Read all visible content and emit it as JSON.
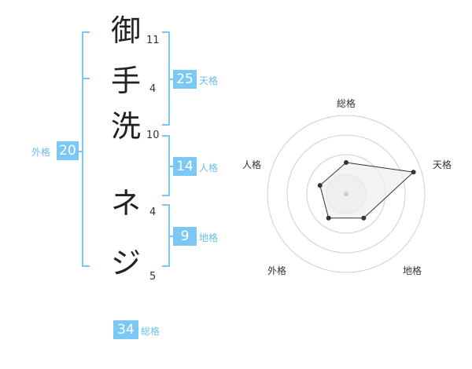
{
  "characters": [
    {
      "char": "御",
      "strokes": "11"
    },
    {
      "char": "手",
      "strokes": "4"
    },
    {
      "char": "洗",
      "strokes": "10"
    },
    {
      "char": "ネ",
      "strokes": "4"
    },
    {
      "char": "ジ",
      "strokes": "5"
    }
  ],
  "kaku": {
    "tenkaku": {
      "value": "25",
      "label": "天格"
    },
    "jinkaku": {
      "value": "14",
      "label": "人格"
    },
    "chikaku": {
      "value": "9",
      "label": "地格"
    },
    "gaikaku": {
      "value": "20",
      "label": "外格"
    },
    "soukaku": {
      "value": "34",
      "label": "総格"
    }
  },
  "radar": {
    "axes": [
      "総格",
      "天格",
      "地格",
      "外格",
      "人格"
    ],
    "values": [
      0.4,
      0.9,
      0.38,
      0.38,
      0.35
    ]
  }
}
